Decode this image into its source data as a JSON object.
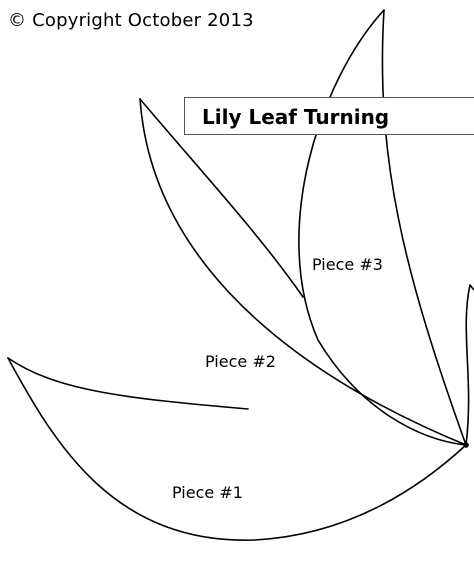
{
  "header": {
    "copyright": "© Copyright October 2013",
    "title": "Lily Leaf Turning"
  },
  "pieces": [
    {
      "label": "Piece #1"
    },
    {
      "label": "Piece #2"
    },
    {
      "label": "Piece #3"
    }
  ]
}
